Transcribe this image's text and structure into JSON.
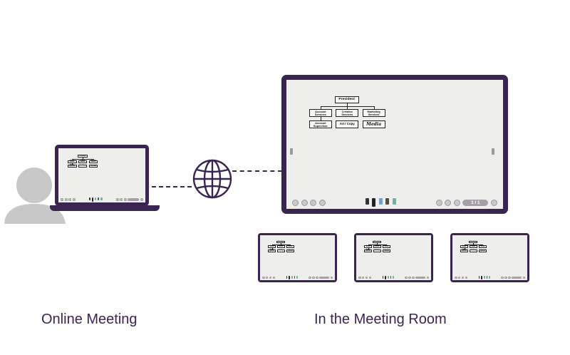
{
  "captions": {
    "online": "Online Meeting",
    "room": "In the Meeting Room"
  },
  "org_chart": {
    "top": "President",
    "row1": [
      "Account\nServices",
      "Creative\nServices",
      "Marketing\nServices"
    ],
    "row2": [
      "Account\nSupervisor",
      "Art / Copy",
      "Media"
    ]
  },
  "display": {
    "page_indicator": "1 / 1"
  },
  "colors": {
    "frame": "#3a2450",
    "screen": "#eeeeec",
    "person": "#c8c8c8",
    "caption": "#3a2450"
  },
  "icons": [
    "person-icon",
    "globe-icon"
  ]
}
